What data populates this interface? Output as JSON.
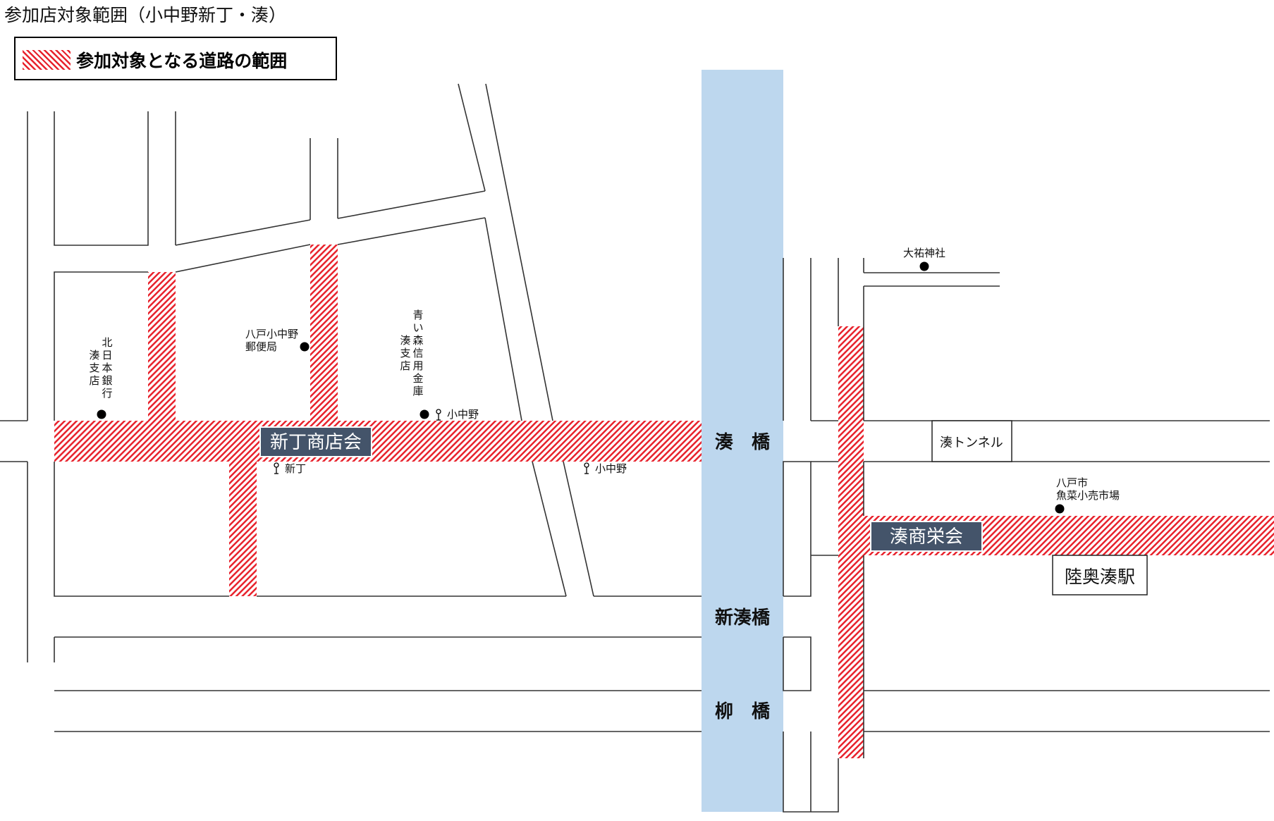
{
  "title": "参加店対象範囲（小中野新丁・湊）",
  "legend": {
    "label": "参加対象となる道路の範囲"
  },
  "colors": {
    "hatch": "#e8222c",
    "river": "#bdd7ee",
    "badge": "#44546a",
    "road": "#333333"
  },
  "associations": {
    "shinmachi": "新丁商店会",
    "minato": "湊商栄会"
  },
  "bridges": {
    "minato_bashi": "湊　橋",
    "shin_minato_bashi": "新湊橋",
    "yanagi_bashi": "柳　橋"
  },
  "bus_stops": {
    "konakano_1": "小中野",
    "shinmachi": "新丁",
    "konakano_2": "小中野"
  },
  "landmarks": {
    "kita_nippon_bank": [
      "北",
      "日",
      "本",
      "銀",
      "行"
    ],
    "kita_nippon_bank_branch": [
      "湊",
      "支",
      "店"
    ],
    "post_office_line1": "八戸小中野",
    "post_office_line2": "郵便局",
    "aomori_shinkin_1": [
      "青",
      "い",
      "森",
      "信",
      "用",
      "金",
      "庫"
    ],
    "aomori_shinkin_2": [
      "湊",
      "支",
      "店"
    ],
    "taiyu_shrine": "大祐神社",
    "fish_market_line1": "八戸市",
    "fish_market_line2": "魚菜小売市場",
    "tunnel": "湊トンネル",
    "station": "陸奥湊駅"
  }
}
